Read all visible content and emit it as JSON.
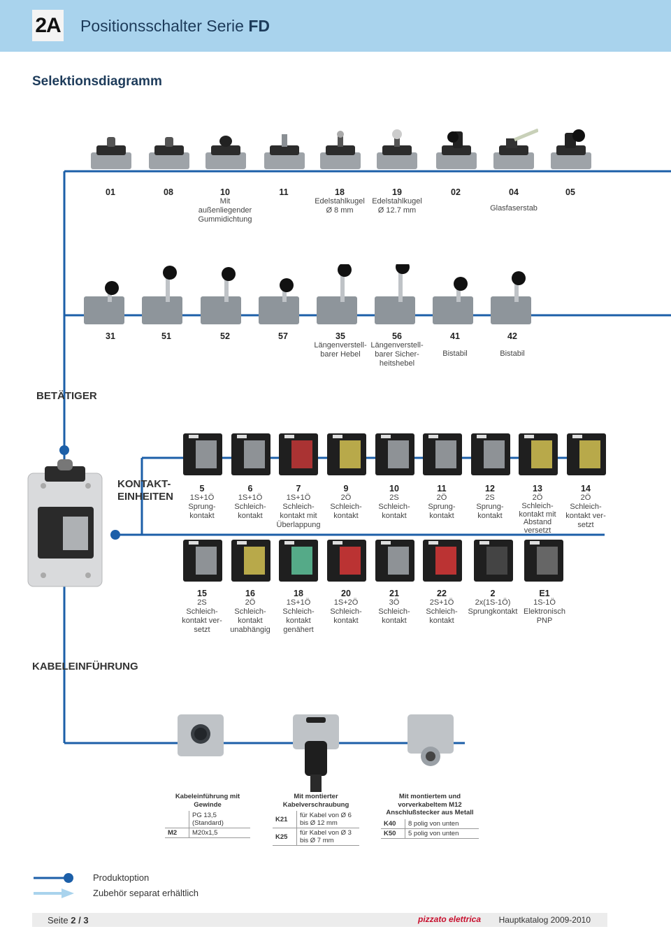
{
  "header": {
    "badge": "2A",
    "title": "Positionsschalter Serie",
    "title_bold": "FD"
  },
  "section_title": "Selektionsdiagramm",
  "labels": {
    "betaetiger": "BETÄTIGER",
    "kontakt": "KONTAKT-\nEINHEITEN",
    "kabel": "KABELEINFÜHRUNG"
  },
  "actuators_row1": [
    {
      "num": "01",
      "desc": ""
    },
    {
      "num": "08",
      "desc": ""
    },
    {
      "num": "10",
      "desc": "Mit außenliegender Gummidichtung"
    },
    {
      "num": "11",
      "desc": ""
    },
    {
      "num": "18",
      "desc": "Edelstahlkugel Ø 8 mm"
    },
    {
      "num": "19",
      "desc": "Edelstahlkugel Ø 12.7 mm"
    },
    {
      "num": "02",
      "desc": ""
    },
    {
      "num": "04",
      "desc": "Glasfaserstab"
    },
    {
      "num": "05",
      "desc": ""
    }
  ],
  "actuators_row2": [
    {
      "num": "31",
      "desc": ""
    },
    {
      "num": "51",
      "desc": ""
    },
    {
      "num": "52",
      "desc": ""
    },
    {
      "num": "57",
      "desc": ""
    },
    {
      "num": "35",
      "desc": "Längenverstell-barer Hebel"
    },
    {
      "num": "56",
      "desc": "Längenverstell-barer Sicher-heitshebel"
    },
    {
      "num": "41",
      "desc": "Bistabil"
    },
    {
      "num": "42",
      "desc": "Bistabil"
    }
  ],
  "contacts_row1": [
    {
      "num": "5",
      "sub": "1S+1Ö",
      "desc": "Sprung-kontakt"
    },
    {
      "num": "6",
      "sub": "1S+1Ö",
      "desc": "Schleich-kontakt"
    },
    {
      "num": "7",
      "sub": "1S+1Ö",
      "desc": "Schleich-kontakt mit Überlappung"
    },
    {
      "num": "9",
      "sub": "2Ö",
      "desc": "Schleich-kontakt"
    },
    {
      "num": "10",
      "sub": "2S",
      "desc": "Schleich-kontakt"
    },
    {
      "num": "11",
      "sub": "2Ö",
      "desc": "Sprung-kontakt"
    },
    {
      "num": "12",
      "sub": "2S",
      "desc": "Sprung-kontakt"
    },
    {
      "num": "13",
      "sub": "2Ö",
      "desc": "Schleich-kontakt mit Abstand versetzt"
    },
    {
      "num": "14",
      "sub": "2Ö",
      "desc": "Schleich-kontakt ver-setzt"
    }
  ],
  "contacts_row2": [
    {
      "num": "15",
      "sub": "2S",
      "desc": "Schleich-kontakt ver-setzt"
    },
    {
      "num": "16",
      "sub": "2Ö",
      "desc": "Schleich-kontakt unabhängig"
    },
    {
      "num": "18",
      "sub": "1S+1Ö",
      "desc": "Schleich-kontakt genähert"
    },
    {
      "num": "20",
      "sub": "1S+2Ö",
      "desc": "Schleich-kontakt"
    },
    {
      "num": "21",
      "sub": "3Ö",
      "desc": "Schleich-kontakt"
    },
    {
      "num": "22",
      "sub": "2S+1Ö",
      "desc": "Schleich-kontakt"
    },
    {
      "num": "2",
      "sub": "2x(1S-1Ö)",
      "desc": "Sprungkontakt"
    },
    {
      "num": "E1",
      "sub": "1S-1Ö",
      "desc": "Elektronisch PNP"
    }
  ],
  "cable": [
    {
      "title": "Kabeleinführung mit Gewinde",
      "rows": [
        {
          "code": "",
          "text": "PG 13,5 (Standard)"
        },
        {
          "code": "M2",
          "text": "M20x1,5"
        }
      ]
    },
    {
      "title": "Mit montierter Kabelverschraubung",
      "rows": [
        {
          "code": "K21",
          "text": "für Kabel von Ø 6 bis Ø 12 mm"
        },
        {
          "code": "K25",
          "text": "für Kabel von Ø 3 bis Ø 7 mm"
        }
      ]
    },
    {
      "title": "Mit montiertem und vorverkabeltem M12 Anschlußstecker aus Metall",
      "rows": [
        {
          "code": "K40",
          "text": "8 polig von unten"
        },
        {
          "code": "K50",
          "text": "5 polig von unten"
        }
      ]
    }
  ],
  "legend": {
    "option": "Produktoption",
    "accessory": "Zubehör separat erhältlich"
  },
  "footer": {
    "page_prefix": "Seite",
    "page": "2 / 3",
    "brand": "pizzato elettrica",
    "catalog": "Hauptkatalog 2009-2010"
  },
  "colors": {
    "line": "#1c5fa8",
    "header_bg": "#a9d3ed",
    "accessory_arrow": "#a9d3ed"
  }
}
